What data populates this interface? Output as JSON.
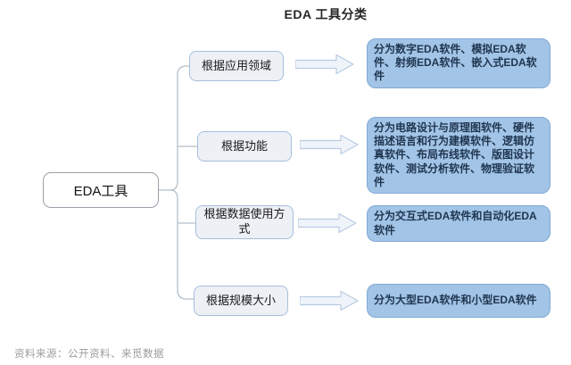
{
  "title": "EDA 工具分类",
  "root": {
    "label": "EDA工具"
  },
  "branches": [
    {
      "category": "根据应用领域",
      "result": "分为数字EDA软件、模拟EDA软件、射频EDA软件、嵌入式EDA软件"
    },
    {
      "category": "根据功能",
      "result": "分为电路设计与原理图软件、硬件描述语言和行为建模软件、逻辑仿真软件、布局布线软件、版图设计软件、测试分析软件、物理验证软件"
    },
    {
      "category": "根据数据使用方式",
      "result": "分为交互式EDA软件和自动化EDA软件"
    },
    {
      "category": "根据规模大小",
      "result": "分为大型EDA软件和小型EDA软件"
    }
  ],
  "footer": {
    "source": "资料来源：公开资料、来觅数据"
  },
  "colors": {
    "page_bg": "#ffffff",
    "result_box_fill": "#a2c4e6",
    "result_box_border": "#82aad4",
    "result_text": "#1f3550",
    "category_fill": "#edf0f5",
    "category_border": "#a6bedd",
    "category_text": "#1a1a1a",
    "connector": "#b3bfca",
    "arrow_fill": "#eff4fa",
    "arrow_border": "#b9cbe2",
    "footer_text": "#9c9c9c",
    "title_text": "#262626",
    "root_border": "#9aa0a8"
  }
}
